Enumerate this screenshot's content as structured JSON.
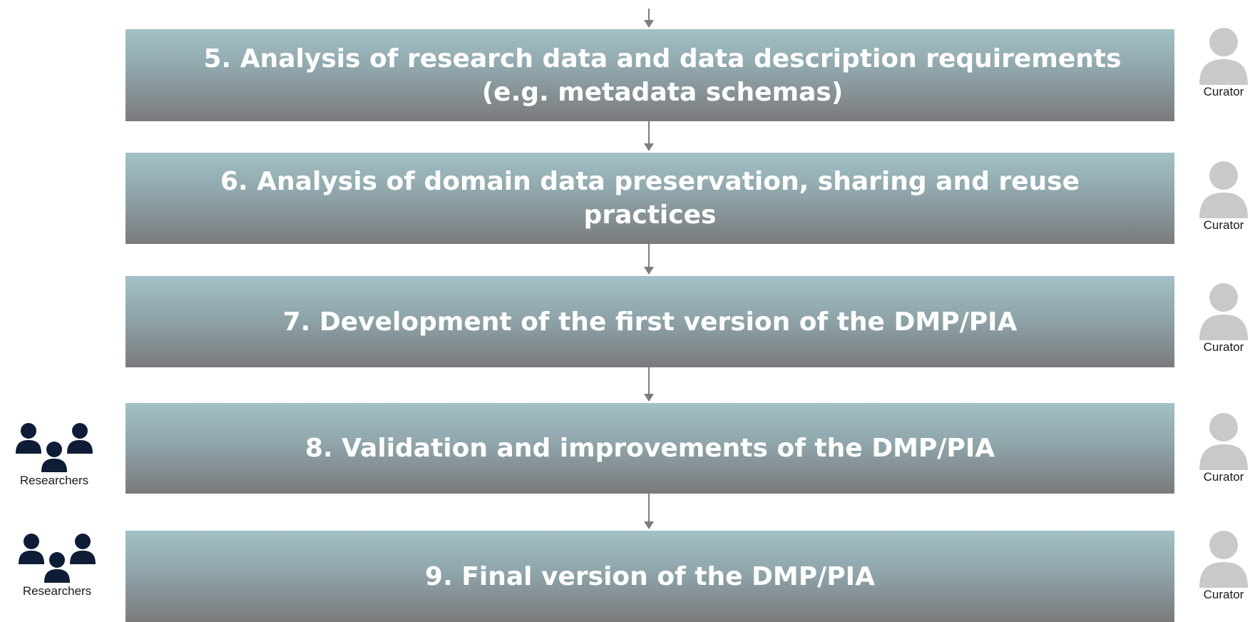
{
  "steps": [
    {
      "label": "5. Analysis of research data and data description requirements (e.g. metadata schemas)"
    },
    {
      "label": "6. Analysis of domain data preservation, sharing and reuse practices"
    },
    {
      "label": "7. Development of the first version of the DMP/PIA"
    },
    {
      "label": "8. Validation and improvements of the DMP/PIA"
    },
    {
      "label": "9. Final version of the DMP/PIA"
    }
  ],
  "roles": {
    "curator": "Curator",
    "researchers": "Researchers"
  },
  "colors": {
    "box_top": "#a2c1c7",
    "box_bottom": "#7a7a7c",
    "box_text": "#ffffff",
    "curator_icon": "#c9c9c9",
    "researchers_icon": "#0e1c36",
    "arrow": "#7d7d7d"
  },
  "icons": {
    "curator": "person-icon",
    "researchers": "group-icon"
  }
}
